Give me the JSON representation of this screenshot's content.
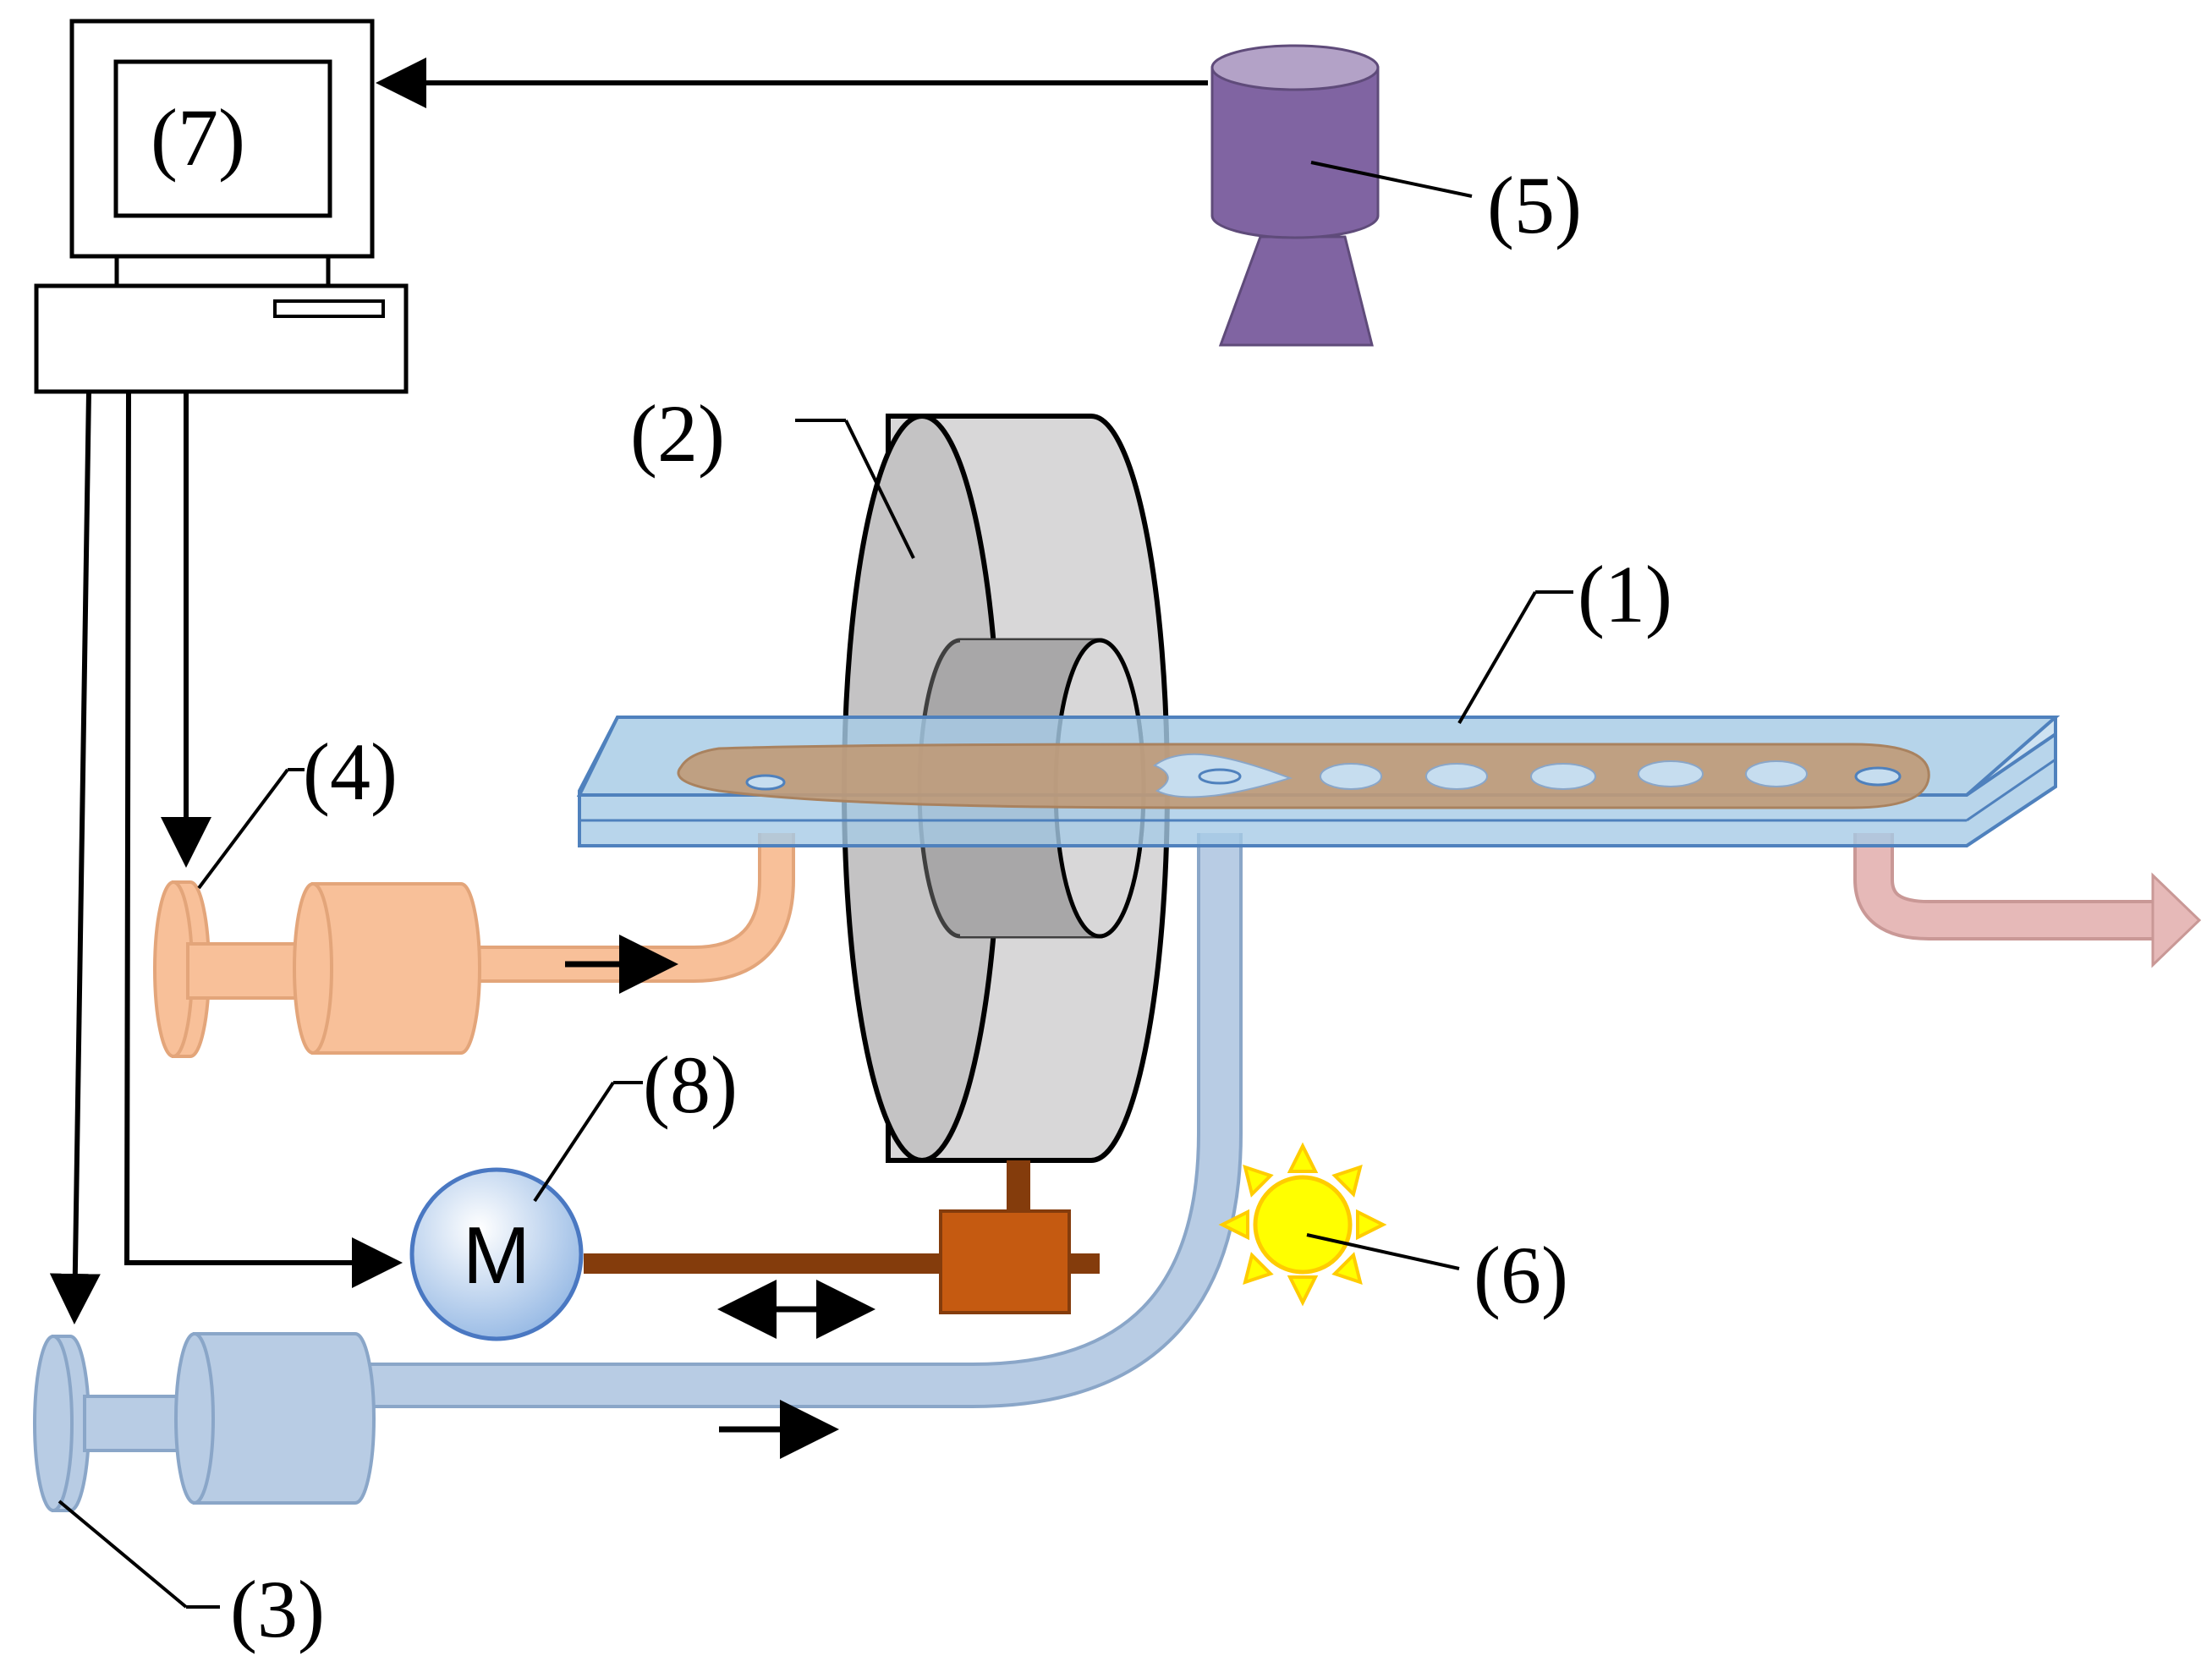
{
  "labels": {
    "chip": "(1)",
    "magnet": "(2)",
    "pump_main": "(3)",
    "pump_aux": "(4)",
    "camera": "(5)",
    "light": "(6)",
    "computer": "(7)",
    "motor": "(8)"
  },
  "motor_symbol": "M",
  "colors": {
    "outline": "#000000",
    "magnet_front": "#c4c3c4",
    "magnet_side": "#d8d7d8",
    "magnet_inner": "#a8a7a8",
    "camera": "#8064a2",
    "camera_top": "#b3a2c7",
    "pump_orange": "#f8c099",
    "pump_orange_stroke": "#e3a57a",
    "pump_blue": "#b8cce4",
    "pump_blue_stroke": "#8aa6c8",
    "chip_glass": "#a6cbe6",
    "chip_glass_stroke": "#4f81bd",
    "channel": "#c09a77",
    "droplet": "#c6ddef",
    "outlet_pink": "#e6b9b8",
    "motor_fill": "#b9cff0",
    "motor_stroke": "#4a78c2",
    "stage_brown": "#c55a11",
    "rod_brown": "#843c0c",
    "sun_fill": "#ffff00",
    "sun_ray": "#ffcc00"
  }
}
